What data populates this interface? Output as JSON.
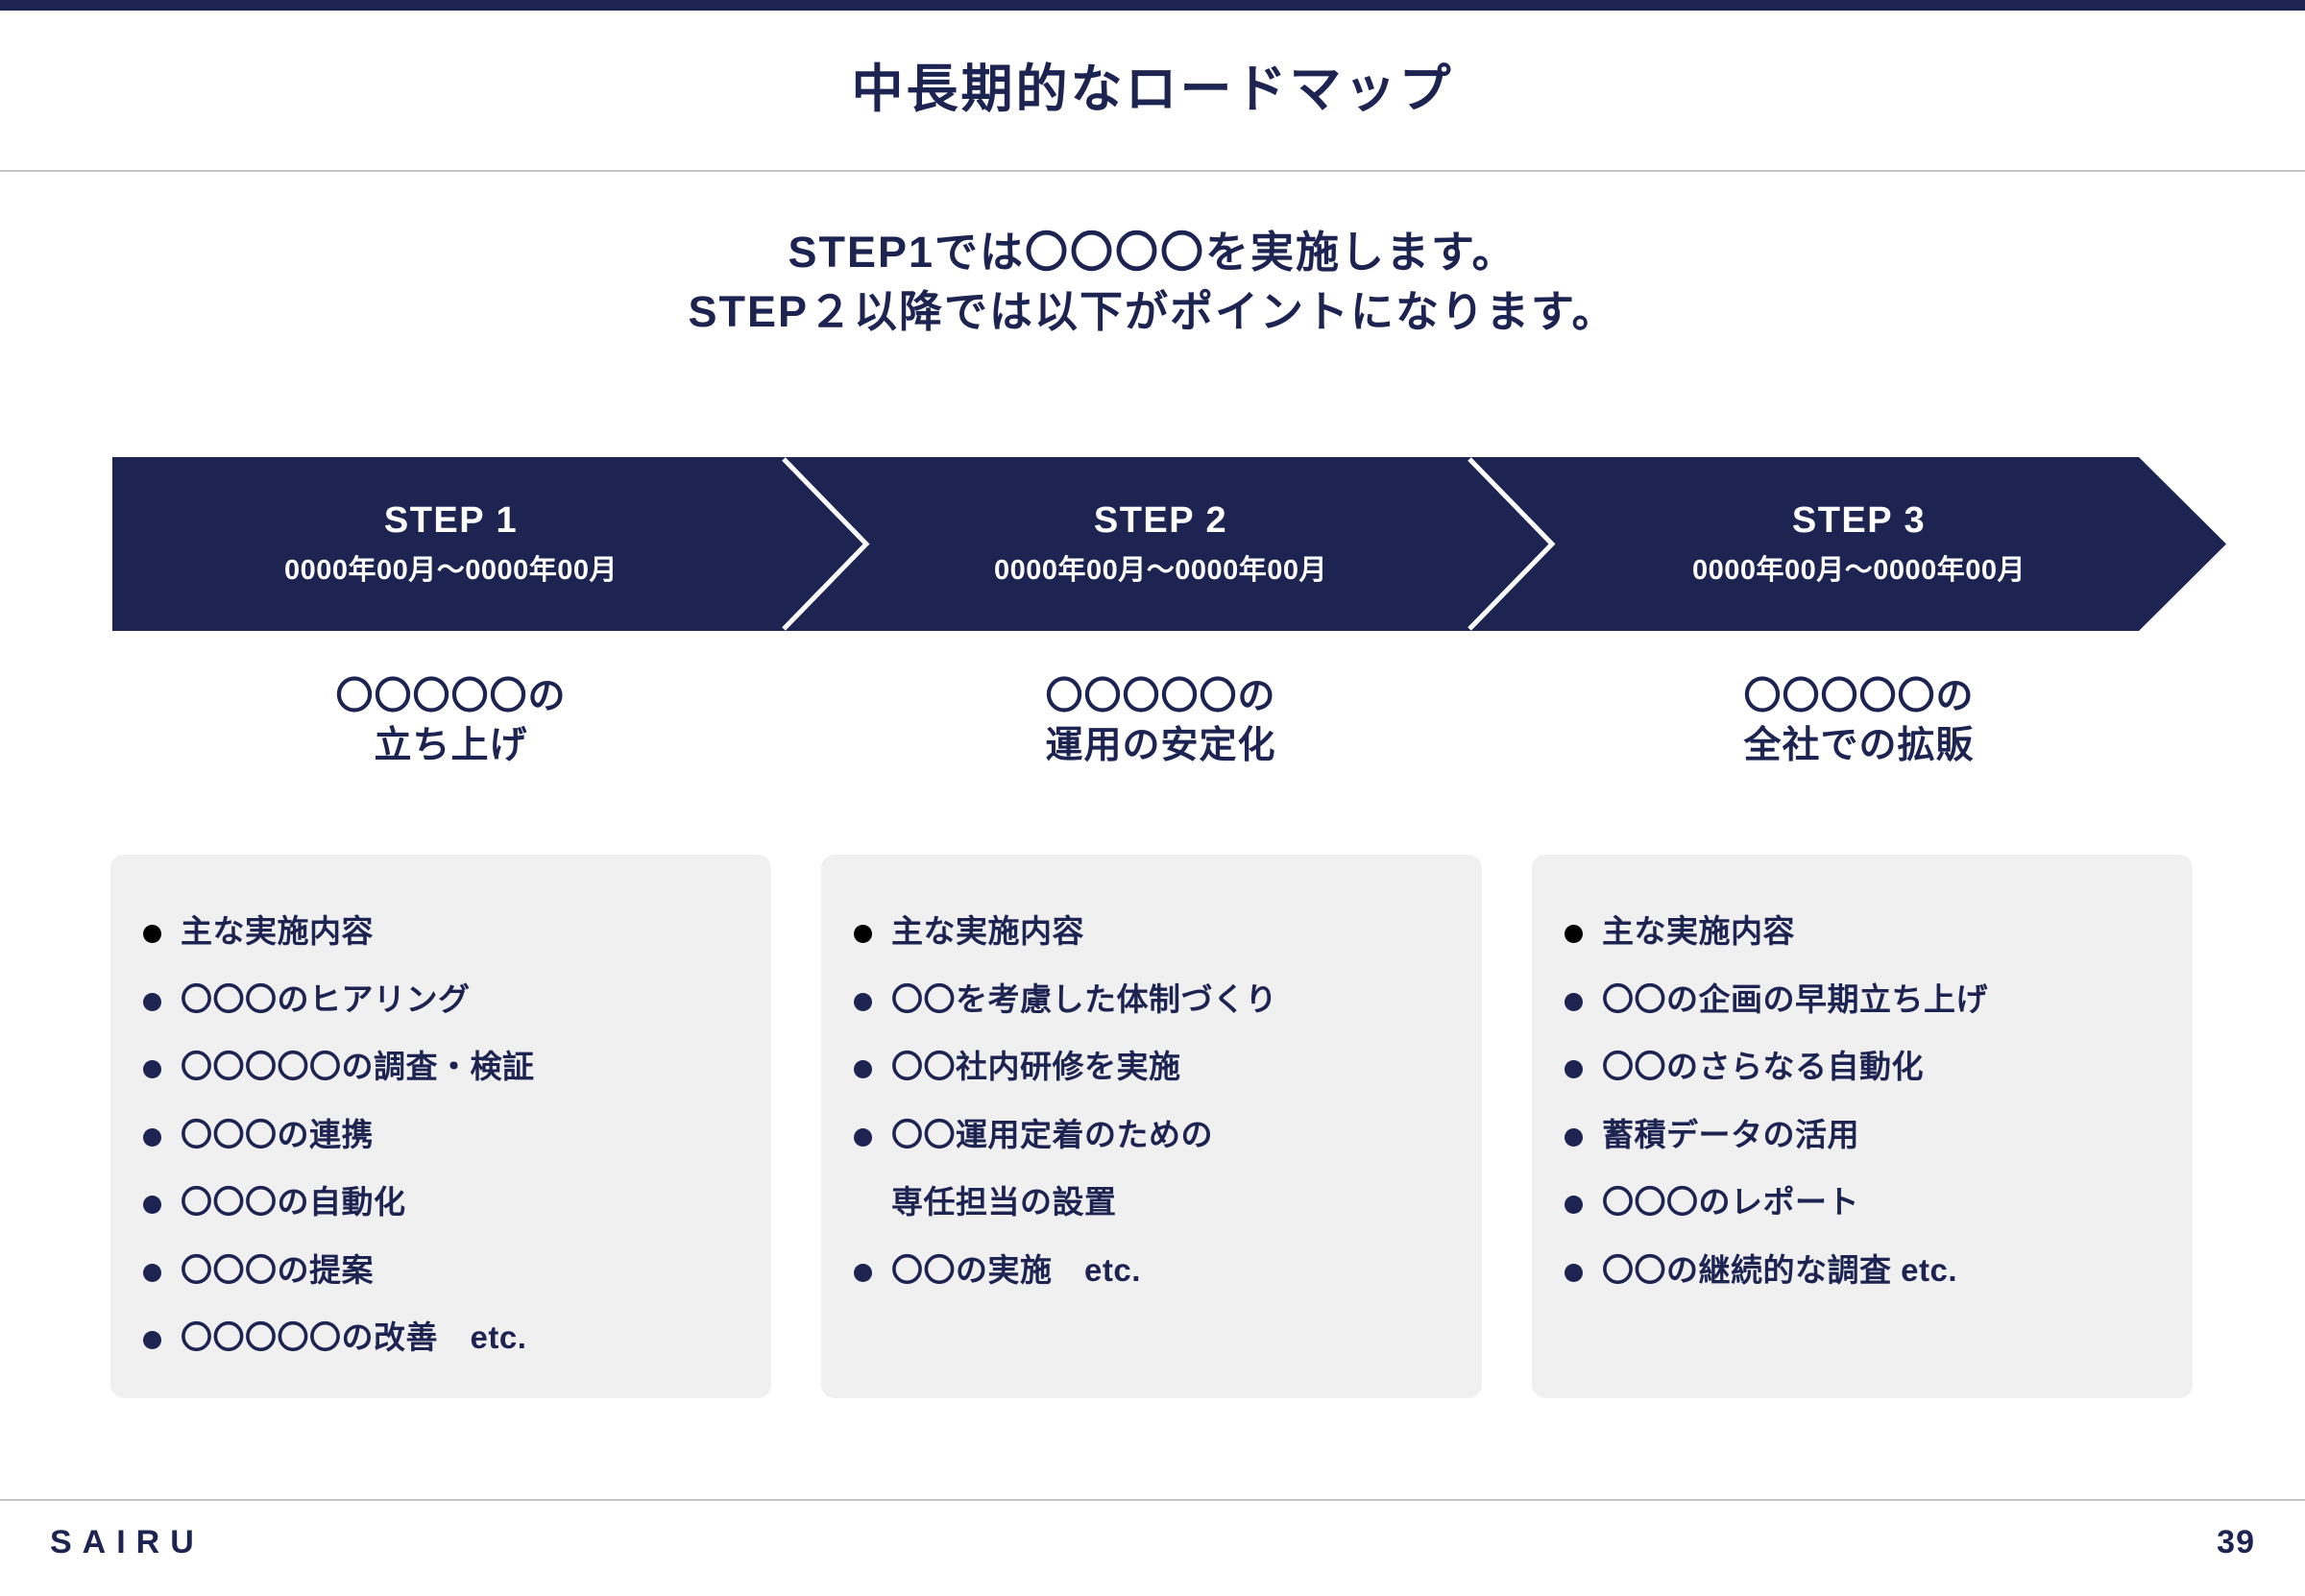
{
  "theme": {
    "navy": "#1e2452",
    "card_bg": "#f0f0f0",
    "rule": "#c3c3c3",
    "white": "#ffffff",
    "black": "#000000"
  },
  "header": {
    "title": "中長期的なロードマップ"
  },
  "subtitle": {
    "line1": "STEP1では〇〇〇〇を実施します。",
    "line2": "STEP２以降では以下がポイントになります。"
  },
  "steps": [
    {
      "name": "STEP 1",
      "period": "0000年00月〜0000年00月",
      "caption_line1": "〇〇〇〇〇の",
      "caption_line2": "立ち上げ",
      "bullets": [
        {
          "text": "主な実施内容",
          "marker": "dot-black"
        },
        {
          "text": "〇〇〇のヒアリング",
          "marker": "dot-navy"
        },
        {
          "text": "〇〇〇〇〇の調査・検証",
          "marker": "dot-navy"
        },
        {
          "text": "〇〇〇の連携",
          "marker": "dot-navy"
        },
        {
          "text": "〇〇〇の自動化",
          "marker": "dot-navy"
        },
        {
          "text": "〇〇〇の提案",
          "marker": "dot-navy"
        },
        {
          "text": "〇〇〇〇〇の改善　etc.",
          "marker": "dot-navy"
        }
      ]
    },
    {
      "name": "STEP 2",
      "period": "0000年00月〜0000年00月",
      "caption_line1": "〇〇〇〇〇の",
      "caption_line2": "運用の安定化",
      "bullets": [
        {
          "text": "主な実施内容",
          "marker": "dot-black"
        },
        {
          "text": "〇〇を考慮した体制づくり",
          "marker": "dot-navy"
        },
        {
          "text": "〇〇社内研修を実施",
          "marker": "dot-navy"
        },
        {
          "text": "〇〇運用定着のための",
          "marker": "dot-navy"
        },
        {
          "text": "専任担当の設置",
          "marker": "none"
        },
        {
          "text": "〇〇の実施　etc.",
          "marker": "dot-navy"
        }
      ]
    },
    {
      "name": "STEP 3",
      "period": "0000年00月〜0000年00月",
      "caption_line1": "〇〇〇〇〇の",
      "caption_line2": "全社での拡販",
      "bullets": [
        {
          "text": "主な実施内容",
          "marker": "dot-black"
        },
        {
          "text": "〇〇の企画の早期立ち上げ",
          "marker": "dot-navy"
        },
        {
          "text": "〇〇のさらなる自動化",
          "marker": "dot-navy"
        },
        {
          "text": "蓄積データの活用",
          "marker": "dot-navy"
        },
        {
          "text": "〇〇〇のレポート",
          "marker": "dot-navy"
        },
        {
          "text": "〇〇の継続的な調査 etc.",
          "marker": "dot-navy"
        }
      ]
    }
  ],
  "footer": {
    "brand": "SAIRU",
    "page_number": "39"
  }
}
